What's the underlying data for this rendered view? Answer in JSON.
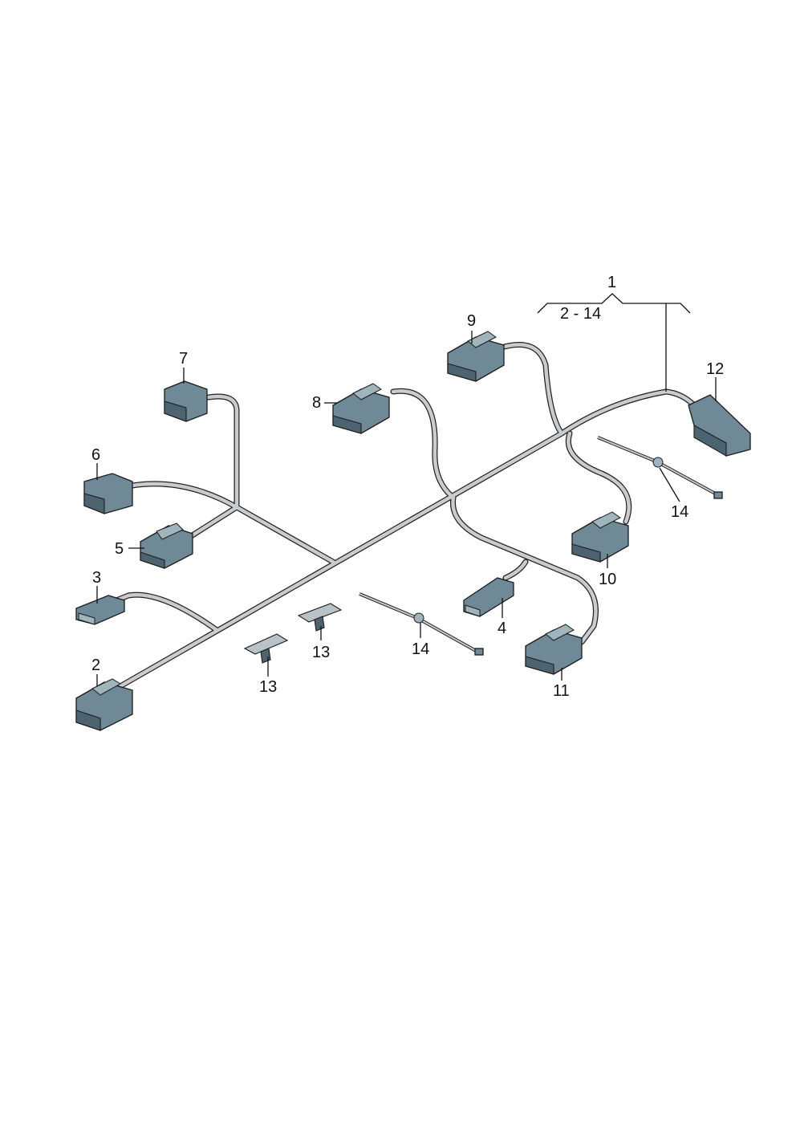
{
  "diagram": {
    "group_label": "1",
    "range_label": "2 - 14",
    "callouts": [
      {
        "id": "2",
        "text": "2"
      },
      {
        "id": "3",
        "text": "3"
      },
      {
        "id": "4",
        "text": "4"
      },
      {
        "id": "5",
        "text": "5"
      },
      {
        "id": "6",
        "text": "6"
      },
      {
        "id": "7",
        "text": "7"
      },
      {
        "id": "8",
        "text": "8"
      },
      {
        "id": "9",
        "text": "9"
      },
      {
        "id": "10",
        "text": "10"
      },
      {
        "id": "11",
        "text": "11"
      },
      {
        "id": "12",
        "text": "12"
      },
      {
        "id": "13a",
        "text": "13"
      },
      {
        "id": "13b",
        "text": "13"
      },
      {
        "id": "14a",
        "text": "14"
      },
      {
        "id": "14b",
        "text": "14"
      }
    ],
    "colors": {
      "connector": "#6f8a96",
      "wire": "#c9ccce",
      "outline": "#1b1b1b"
    }
  }
}
